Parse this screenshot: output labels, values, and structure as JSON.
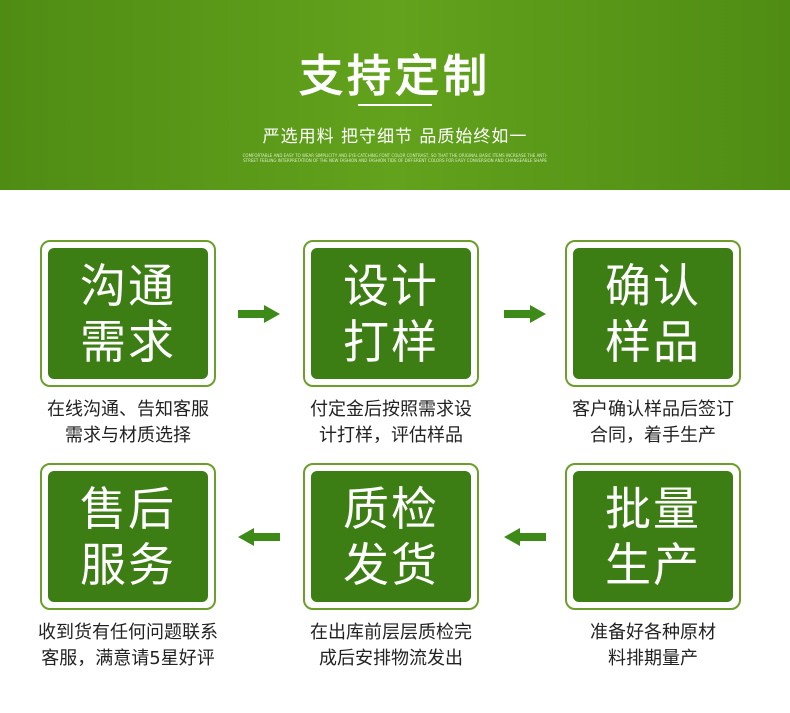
{
  "banner": {
    "title": "支持定制",
    "subtitle": "严选用料 把守细节 品质始终如一",
    "fine_print": "COMFORTABLE AND EASY TO WEAR SIMPLICITY AND EYE-CATCHING FONT COLOR CONTRAST, SO THAT THE ORIGINAL BASIC ITEMS INCREASE THE ANTI-STREET FEELING INTERPRETATION OF THE NEW FASHION AND FASHION TIDE OF DIFFERENT COLORS FOR EASY CONVERSION AND CHANGEABLE SHAPE"
  },
  "colors": {
    "banner": "#5a9a18",
    "card": "#3d7e14",
    "border": "#6b9f2a",
    "arrow": "#3d8a18"
  },
  "steps": [
    {
      "title_line1": "沟通",
      "title_line2": "需求",
      "desc_line1": "在线沟通、告知客服",
      "desc_line2": "需求与材质选择"
    },
    {
      "title_line1": "设计",
      "title_line2": "打样",
      "desc_line1": "付定金后按照需求设",
      "desc_line2": "计打样，评估样品"
    },
    {
      "title_line1": "确认",
      "title_line2": "样品",
      "desc_line1": "客户确认样品后签订",
      "desc_line2": "合同，着手生产"
    },
    {
      "title_line1": "批量",
      "title_line2": "生产",
      "desc_line1": "准备好各种原材",
      "desc_line2": "料排期量产"
    },
    {
      "title_line1": "质检",
      "title_line2": "发货",
      "desc_line1": "在出库前层层质检完",
      "desc_line2": "成后安排物流发出"
    },
    {
      "title_line1": "售后",
      "title_line2": "服务",
      "desc_line1": "收到货有任何问题联系",
      "desc_line2": "客服，满意请5星好评"
    }
  ],
  "arrows": [
    "arrow-right-icon",
    "arrow-right-icon",
    "arrow-left-icon",
    "arrow-left-icon"
  ]
}
